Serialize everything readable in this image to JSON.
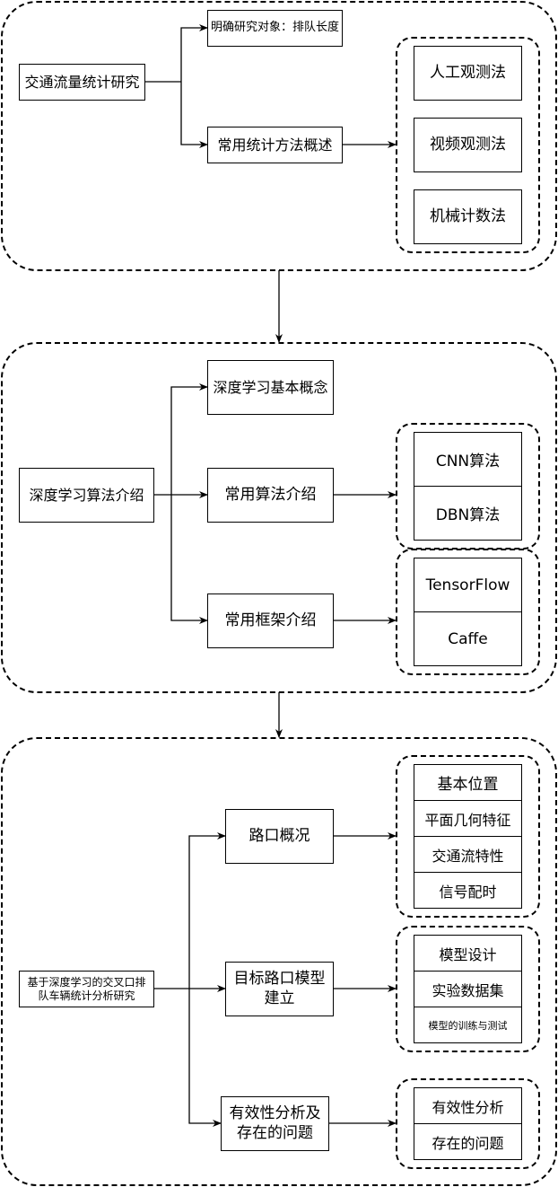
{
  "section1": {
    "root": "交通流量统计研究",
    "branch_top": "明确研究对象：排队长度",
    "branch_bottom": "常用统计方法概述",
    "methods": [
      "人工观测法",
      "视频观测法",
      "机械计数法"
    ]
  },
  "section2": {
    "root": "深度学习算法介绍",
    "branch_concept": "深度学习基本概念",
    "branch_algorithms": "常用算法介绍",
    "branch_frameworks": "常用框架介绍",
    "algorithms": [
      "CNN算法",
      "DBN算法"
    ],
    "frameworks": [
      "TensorFlow",
      "Caffe"
    ]
  },
  "section3": {
    "root": "基于深度学习的交叉口排队车辆统计分析研究",
    "branch_overview": "路口概况",
    "branch_model": "目标路口模型建立",
    "branch_analysis": "有效性分析及存在的问题",
    "overview_items": [
      "基本位置",
      "平面几何特征",
      "交通流特性",
      "信号配时"
    ],
    "model_items": [
      "模型设计",
      "实验数据集",
      "模型的训练与测试"
    ],
    "analysis_items": [
      "有效性分析",
      "存在的问题"
    ]
  }
}
